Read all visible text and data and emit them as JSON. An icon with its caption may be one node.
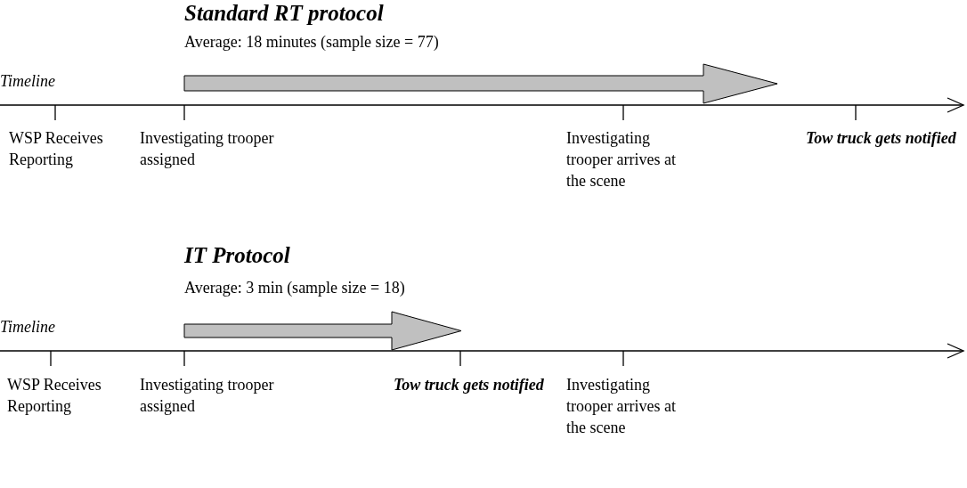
{
  "diagram": {
    "labels": [
      "Standard RT protocol",
      "Average: 18 minutes (sample size = 77)",
      "Timeline",
      "WSP Receives Reporting",
      "Investigating trooper assigned",
      "Investigating trooper arrives at the scene",
      "Tow truck gets notified",
      "IT Protocol",
      "Average: 3 min (sample size = 18)",
      "Timeline",
      "WSP Receives Reporting",
      "Investigating trooper assigned",
      "Tow truck gets notified",
      "Investigating trooper arrives at the scene"
    ]
  }
}
